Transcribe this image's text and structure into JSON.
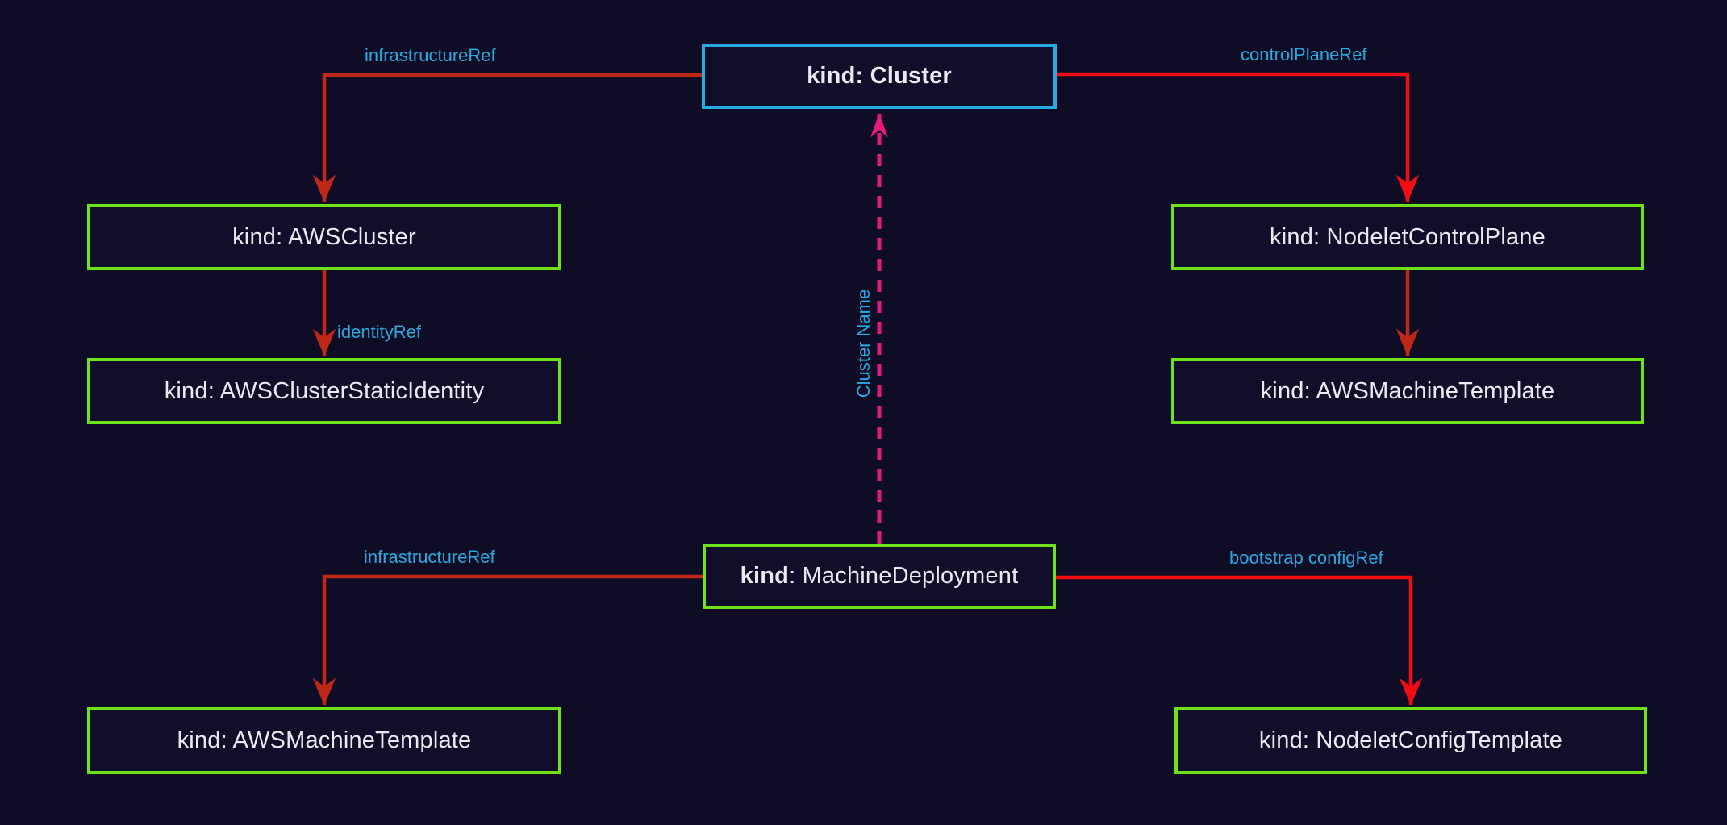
{
  "colors": {
    "bg": "#0f0d26",
    "node-fill": "#100e29",
    "green": "#6ee31a",
    "blue": "#29abe2",
    "cyan": "#2ba7e0",
    "red-dark": "#bf2817",
    "red-bright": "#f20d15",
    "magenta": "#e6197d",
    "text": "#ebe9f1"
  },
  "diagram": {
    "nodes": {
      "cluster": {
        "label": "kind: Cluster"
      },
      "aws_cluster": {
        "label": "kind: AWSCluster"
      },
      "aws_cluster_static_identity": {
        "label": "kind: AWSClusterStaticIdentity"
      },
      "nodelet_control_plane": {
        "label": "kind: NodeletControlPlane"
      },
      "aws_machine_template_cp": {
        "label": "kind: AWSMachineTemplate"
      },
      "machine_deployment": {
        "kind": "kind",
        "rest": ": MachineDeployment"
      },
      "aws_machine_template_md": {
        "label": "kind: AWSMachineTemplate"
      },
      "nodelet_config_template": {
        "label": "kind: NodeletConfigTemplate"
      }
    },
    "edge_labels": {
      "infrastructure_ref_cluster": "infrastructureRef",
      "control_plane_ref": "controlPlaneRef",
      "identity_ref": "identityRef",
      "cluster_name": "Cluster Name",
      "infrastructure_ref_md": "infrastructureRef",
      "bootstrap_config_ref": "bootstrap configRef"
    }
  }
}
